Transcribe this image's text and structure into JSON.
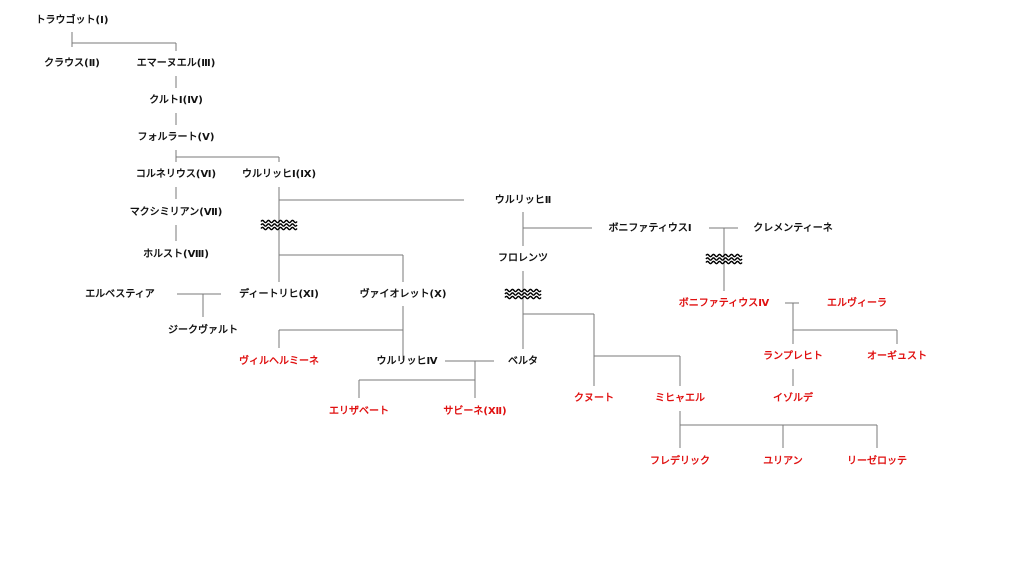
{
  "colors": {
    "default": "#111111",
    "highlight": "#e01010"
  },
  "people": [
    {
      "id": "p1",
      "name": "トラウゴット(Ⅰ)",
      "color": "default"
    },
    {
      "id": "p2",
      "name": "クラウス(Ⅱ)",
      "color": "default"
    },
    {
      "id": "p3",
      "name": "エマーヌエル(Ⅲ)",
      "color": "default"
    },
    {
      "id": "p4",
      "name": "クルトⅠ(Ⅳ)",
      "color": "default"
    },
    {
      "id": "p5",
      "name": "フォルラート(Ⅴ)",
      "color": "default"
    },
    {
      "id": "p6",
      "name": "コルネリウス(Ⅵ)",
      "color": "default"
    },
    {
      "id": "p7",
      "name": "ウルリッヒⅠ(Ⅸ)",
      "color": "default"
    },
    {
      "id": "p8",
      "name": "マクシミリアン(Ⅶ)",
      "color": "default"
    },
    {
      "id": "p9",
      "name": "ホルスト(Ⅷ)",
      "color": "default"
    },
    {
      "id": "p10",
      "name": "エルベスティア",
      "color": "default"
    },
    {
      "id": "p11",
      "name": "ディートリヒ(Ⅺ)",
      "color": "default"
    },
    {
      "id": "p12",
      "name": "ヴァイオレット(Ⅹ)",
      "color": "default"
    },
    {
      "id": "p13",
      "name": "ジークヴァルト",
      "color": "default"
    },
    {
      "id": "p14",
      "name": "ウルリッヒⅡ",
      "color": "default"
    },
    {
      "id": "p15",
      "name": "ボニファティウスⅠ",
      "color": "default"
    },
    {
      "id": "p16",
      "name": "クレメンティーネ",
      "color": "default"
    },
    {
      "id": "p17",
      "name": "フロレンツ",
      "color": "default"
    },
    {
      "id": "p18",
      "name": "ヴィルヘルミーネ",
      "color": "highlight"
    },
    {
      "id": "p19",
      "name": "ウルリッヒⅣ",
      "color": "default"
    },
    {
      "id": "p20",
      "name": "ベルタ",
      "color": "default"
    },
    {
      "id": "p21",
      "name": "エリザベート",
      "color": "highlight"
    },
    {
      "id": "p22",
      "name": "サビーネ(Ⅻ)",
      "color": "highlight"
    },
    {
      "id": "p23",
      "name": "ボニファティウスⅣ",
      "color": "highlight"
    },
    {
      "id": "p24",
      "name": "エルヴィーラ",
      "color": "highlight"
    },
    {
      "id": "p25",
      "name": "ランプレヒト",
      "color": "highlight"
    },
    {
      "id": "p26",
      "name": "オーギュスト",
      "color": "highlight"
    },
    {
      "id": "p27",
      "name": "イゾルデ",
      "color": "highlight"
    },
    {
      "id": "p28",
      "name": "クヌート",
      "color": "highlight"
    },
    {
      "id": "p29",
      "name": "ミヒャエル",
      "color": "highlight"
    },
    {
      "id": "p30",
      "name": "フレデリック",
      "color": "highlight"
    },
    {
      "id": "p31",
      "name": "ユリアン",
      "color": "highlight"
    },
    {
      "id": "p32",
      "name": "リーゼロッテ",
      "color": "highlight"
    }
  ]
}
